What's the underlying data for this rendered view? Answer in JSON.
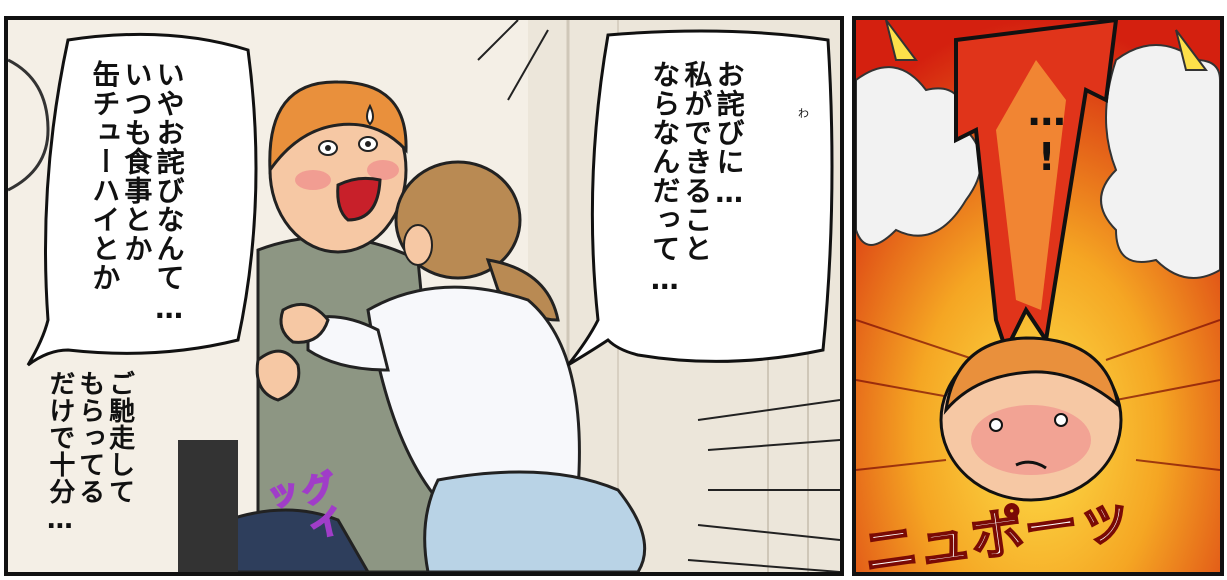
{
  "left_panel": {
    "bubble_left": {
      "lines": [
        "いやお詫びなんて…",
        "いつも食事とか",
        "缶チューハイとか"
      ]
    },
    "bubble_right": {
      "lines": [
        "お詫びに…",
        "私ができること",
        "ならなんだって…"
      ],
      "ruby": "わ"
    },
    "narration": {
      "lines": [
        "ご馳走して",
        "もらってる",
        "だけで十分…"
      ]
    },
    "sfx_grab": "グイッ"
  },
  "right_panel": {
    "bubble_text": "…!",
    "sfx": "ニュポーッ"
  },
  "colors": {
    "ink": "#111111",
    "wall": "#f4efe6",
    "hair_man": "#e9903c",
    "shirt_man": "#8d9683",
    "hair_woman": "#b98a53",
    "jeans": "#b9d3e6",
    "sfx_purple": "#a03dc8",
    "burst_red": "#e2321a",
    "burst_orange": "#f5a623"
  }
}
